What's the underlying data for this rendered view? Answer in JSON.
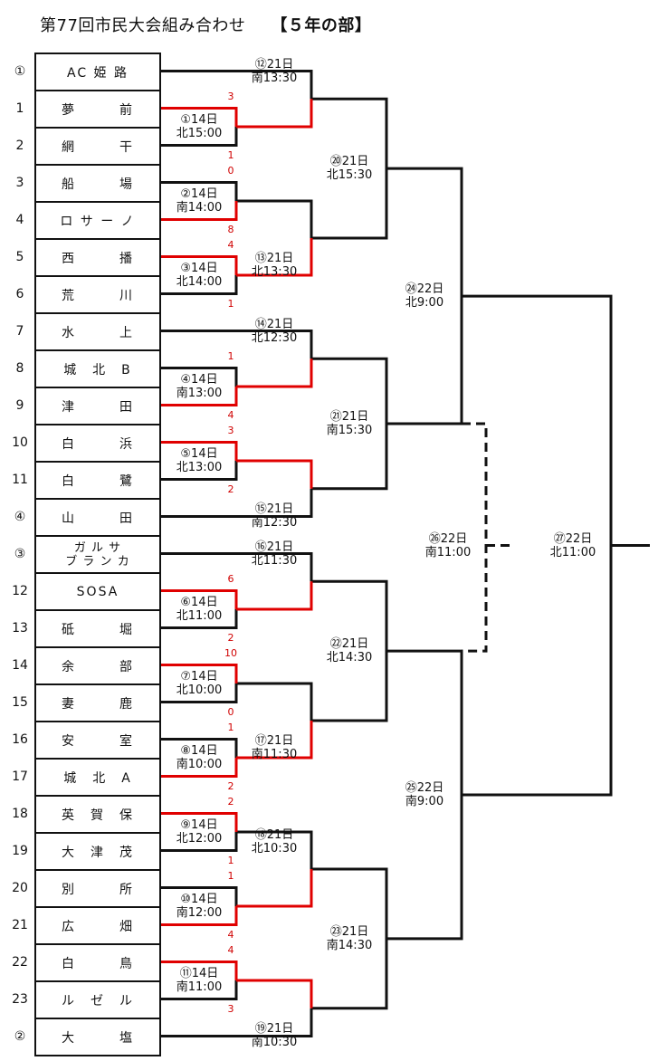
{
  "title": "第77回市民大会組み合わせ",
  "division": "【５年の部】",
  "teams": [
    {
      "seed": "①",
      "name": "AC 姫 路"
    },
    {
      "seed": "1",
      "name": "夢　　　前"
    },
    {
      "seed": "2",
      "name": "網　　　干"
    },
    {
      "seed": "3",
      "name": "船　　　場"
    },
    {
      "seed": "4",
      "name": "ロ サ ー ノ"
    },
    {
      "seed": "5",
      "name": "西　　　播"
    },
    {
      "seed": "6",
      "name": "荒　　　川"
    },
    {
      "seed": "7",
      "name": "水　　　上"
    },
    {
      "seed": "8",
      "name": "城　北　B"
    },
    {
      "seed": "9",
      "name": "津　　　田"
    },
    {
      "seed": "10",
      "name": "白　　　浜"
    },
    {
      "seed": "11",
      "name": "白　　　鷺"
    },
    {
      "seed": "④",
      "name": "山　　　田"
    },
    {
      "seed": "③",
      "name": "ガ ル サ",
      "name2": "ブ ラ ン カ"
    },
    {
      "seed": "12",
      "name": "SOSA"
    },
    {
      "seed": "13",
      "name": "砥　　　堀"
    },
    {
      "seed": "14",
      "name": "余　　　部"
    },
    {
      "seed": "15",
      "name": "妻　　　鹿"
    },
    {
      "seed": "16",
      "name": "安　　　室"
    },
    {
      "seed": "17",
      "name": "城　北　A"
    },
    {
      "seed": "18",
      "name": "英　賀　保"
    },
    {
      "seed": "19",
      "name": "大　津　茂"
    },
    {
      "seed": "20",
      "name": "別　　　所"
    },
    {
      "seed": "21",
      "name": "広　　　畑"
    },
    {
      "seed": "22",
      "name": "白　　　鳥"
    },
    {
      "seed": "23",
      "name": "ル　ゼ　ル"
    },
    {
      "seed": "②",
      "name": "大　　　塩"
    }
  ],
  "matches": [
    {
      "l1": "①14日",
      "l2": "北15:00"
    },
    {
      "l1": "②14日",
      "l2": "南14:00"
    },
    {
      "l1": "③14日",
      "l2": "北14:00"
    },
    {
      "l1": "④14日",
      "l2": "南13:00"
    },
    {
      "l1": "⑤14日",
      "l2": "北13:00"
    },
    {
      "l1": "⑥14日",
      "l2": "北11:00"
    },
    {
      "l1": "⑦14日",
      "l2": "北10:00"
    },
    {
      "l1": "⑧14日",
      "l2": "南10:00"
    },
    {
      "l1": "⑨14日",
      "l2": "北12:00"
    },
    {
      "l1": "⑩14日",
      "l2": "南12:00"
    },
    {
      "l1": "⑪14日",
      "l2": "南11:00"
    },
    {
      "l1": "⑫21日",
      "l2": "南13:30"
    },
    {
      "l1": "⑬21日",
      "l2": "北13:30"
    },
    {
      "l1": "⑭21日",
      "l2": "北12:30"
    },
    {
      "l1": "⑮21日",
      "l2": "南12:30"
    },
    {
      "l1": "⑯21日",
      "l2": "北11:30"
    },
    {
      "l1": "⑰21日",
      "l2": "南11:30"
    },
    {
      "l1": "⑱21日",
      "l2": "北10:30"
    },
    {
      "l1": "⑲21日",
      "l2": "南10:30"
    },
    {
      "l1": "⑳21日",
      "l2": "北15:30"
    },
    {
      "l1": "㉑21日",
      "l2": "南15:30"
    },
    {
      "l1": "㉒21日",
      "l2": "北14:30"
    },
    {
      "l1": "㉓21日",
      "l2": "南14:30"
    },
    {
      "l1": "㉔22日",
      "l2": "北9:00"
    },
    {
      "l1": "㉕22日",
      "l2": "南9:00"
    },
    {
      "l1": "㉖22日",
      "l2": "南11:00"
    },
    {
      "l1": "㉗22日",
      "l2": "北11:00"
    }
  ],
  "scores": [
    "3",
    "1",
    "0",
    "8",
    "4",
    "1",
    "1",
    "4",
    "3",
    "2",
    "6",
    "2",
    "10",
    "0",
    "1",
    "2",
    "2",
    "1",
    "1",
    "4",
    "4",
    "3"
  ],
  "colors": {
    "line": "#111111",
    "winner": "#e00000",
    "score": "#d00000"
  }
}
